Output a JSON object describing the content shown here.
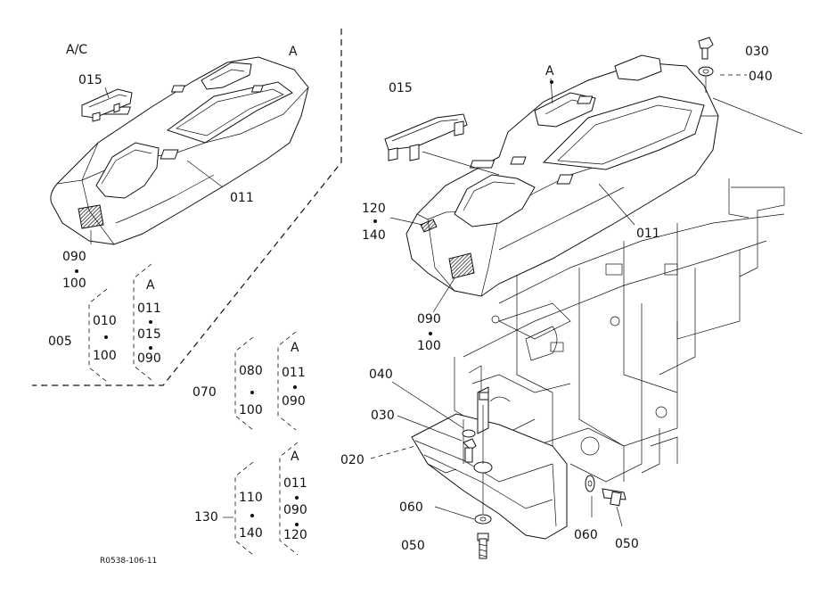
{
  "colors": {
    "ink": "#111111",
    "paper": "#ffffff"
  },
  "inset": {
    "variant_label": "A/C",
    "marker_a": "A",
    "callouts": {
      "c015": "015",
      "c011": "011",
      "c090": "090",
      "c100": "100"
    }
  },
  "main": {
    "marker_a": "A",
    "callouts": {
      "c030_top": "030",
      "c040_top": "040",
      "c015": "015",
      "c011": "011",
      "c120": "120",
      "c140": "140",
      "c090": "090",
      "c100": "100",
      "c040": "040",
      "c030": "030",
      "c020": "020",
      "c060_left": "060",
      "c050_left": "050",
      "c060_right": "060",
      "c050_right": "050"
    }
  },
  "kits": {
    "k005": {
      "label": "005",
      "left": [
        "010",
        "100"
      ],
      "right": [
        "A",
        "011",
        "015",
        "090"
      ]
    },
    "k070": {
      "label": "070",
      "left": [
        "080",
        "100"
      ],
      "right": [
        "A",
        "011",
        "090"
      ]
    },
    "k130": {
      "label": "130",
      "left": [
        "110",
        "140"
      ],
      "right": [
        "A",
        "011",
        "090",
        "120"
      ]
    }
  },
  "drawing_code": "R0538-106-11"
}
